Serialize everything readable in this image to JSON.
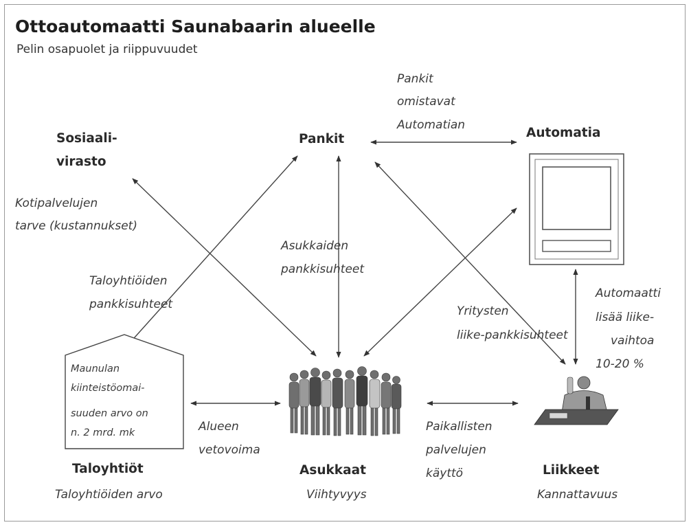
{
  "title": "Ottoautomaatti Saunabaarin alueelle",
  "subtitle": "Pelin osapuolet ja riippuvuudet",
  "nodes": {
    "sosiaalivirasto": [
      "Sosiaali-",
      "virasto"
    ],
    "pankit": "Pankit",
    "automatia": "Automatia",
    "taloyhtiot": "Taloyhtiöt",
    "asukkaat": "Asukkaat",
    "liikkeet": "Liikkeet"
  },
  "sublabels": {
    "taloyhtiot": "Taloyhtiöiden arvo",
    "asukkaat": "Viihtyvyys",
    "liikkeet": "Kannattavuus"
  },
  "relations": {
    "pankit_automatia": [
      "Pankit",
      "omistavat",
      "Automatian"
    ],
    "kotipalvelut": [
      "Kotipalvelujen",
      "tarve (kustannukset)"
    ],
    "taloyhtioiden_pankkisuhteet": [
      "Taloyhtiöiden",
      "pankkisuhteet"
    ],
    "asukkaiden_pankkisuhteet": [
      "Asukkaiden",
      "pankkisuhteet"
    ],
    "yritysten_pankkisuhteet": [
      "Yritysten",
      "liike-pankkisuhteet"
    ],
    "automaatti_liikevaihto": [
      "Automaatti",
      "lisää liike-",
      "vaihtoa",
      "10-20 %"
    ],
    "alueen_vetovoima": [
      "Alueen",
      "vetovoima"
    ],
    "paikallisten_palvelujen": [
      "Paikallisten",
      "palvelujen",
      "käyttö"
    ]
  },
  "house_text": [
    "Maunulan",
    "kiinteistöomai-",
    "suuden arvo on",
    "n. 2 mrd. mk"
  ],
  "icons": [
    "atm-icon",
    "house-icon",
    "people-group-icon",
    "shopkeeper-icon"
  ]
}
